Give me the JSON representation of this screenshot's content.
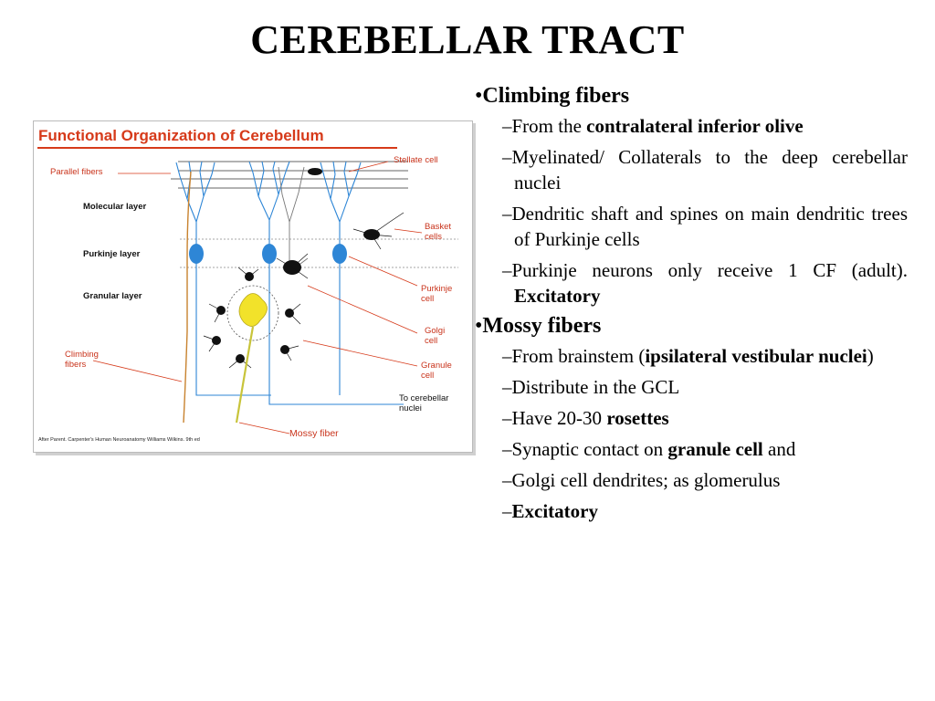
{
  "slide": {
    "title": "CEREBELLAR TRACT"
  },
  "figure": {
    "title": "Functional Organization of Cerebellum",
    "labels": {
      "parallel_fibers": "Parallel fibers",
      "molecular_layer": "Molecular layer",
      "purkinje_layer": "Purkinje layer",
      "granular_layer": "Granular layer",
      "climbing_fibers_1": "Climbing",
      "climbing_fibers_2": "fibers",
      "stellate_cell": "Stellate cell",
      "basket_cells_1": "Basket",
      "basket_cells_2": "cells",
      "purkinje_cell_1": "Purkinje",
      "purkinje_cell_2": "cell",
      "golgi_cell_1": "Golgi",
      "golgi_cell_2": "cell",
      "granule_cell_1": "Granule",
      "granule_cell_2": "cell",
      "to_nuclei_1": "To cerebellar",
      "to_nuclei_2": "nuclei",
      "mossy_fiber": "Mossy fiber"
    },
    "caption": "After Parent. Carpenter's Human Neuroanatomy Williams Wilkins. 9th ed",
    "colors": {
      "title": "#d63a1a",
      "neuron_blue": "#2e86d6",
      "mossy_yellow": "#f2e22a",
      "fiber_orange": "#c8822e"
    }
  },
  "bullets": {
    "climbing": {
      "heading": "Climbing fibers",
      "items": {
        "a_pre": "From the ",
        "a_bold": "contralateral inferior olive",
        "b": "Myelinated/ Collaterals to the deep cerebellar nuclei",
        "c": "Dendritic shaft and spines on main dendritic trees of Purkinje cells",
        "d_pre": "Purkinje neurons only receive 1 CF (adult). ",
        "d_bold": "Excitatory"
      }
    },
    "mossy": {
      "heading": "Mossy fibers",
      "items": {
        "a_pre": "From brainstem (",
        "a_bold": "ipsilateral vestibular nuclei",
        "a_post": ")",
        "b": "Distribute in the GCL",
        "c_pre": "Have 20-30 ",
        "c_bold": "rosettes",
        "d_pre": "Synaptic contact on ",
        "d_bold": "granule cell",
        "d_post": " and",
        "e": "Golgi cell dendrites; as glomerulus",
        "f_bold": "Excitatory"
      }
    },
    "bullet_char": "•",
    "dash_char": "–"
  }
}
